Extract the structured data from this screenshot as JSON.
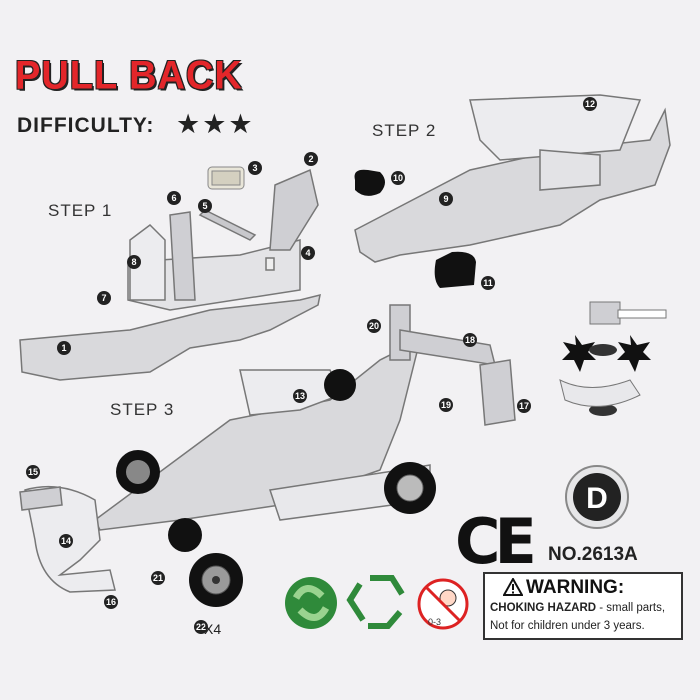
{
  "title": "PULL BACK",
  "difficulty_label": "DIFFICULTY:",
  "difficulty_stars": "★★★",
  "difficulty_rating": 3,
  "steps": [
    "STEP 1",
    "STEP 2",
    "STEP 3"
  ],
  "part_numbers": [
    "1",
    "2",
    "3",
    "4",
    "5",
    "6",
    "7",
    "8",
    "9",
    "10",
    "11",
    "12",
    "13",
    "14",
    "15",
    "16",
    "17",
    "18",
    "19",
    "20",
    "21",
    "22"
  ],
  "wheel_count": "X4",
  "grade_letter": "D",
  "model_number": "NO.2613A",
  "ce_mark": "CE",
  "age_icon_text": "0-3",
  "warning": {
    "title": "WARNING:",
    "line1_bold": "CHOKING HAZARD",
    "line1_rest": " - small parts,",
    "line2": "Not for children under 3 years."
  },
  "icons": [
    "green-dot-icon",
    "recycle-icon",
    "age-restriction-icon",
    "hammer-icon",
    "warning-triangle-icon"
  ],
  "colors": {
    "title_red": "#e3262a",
    "label_dark": "#222222",
    "green": "#2f8a3a"
  }
}
